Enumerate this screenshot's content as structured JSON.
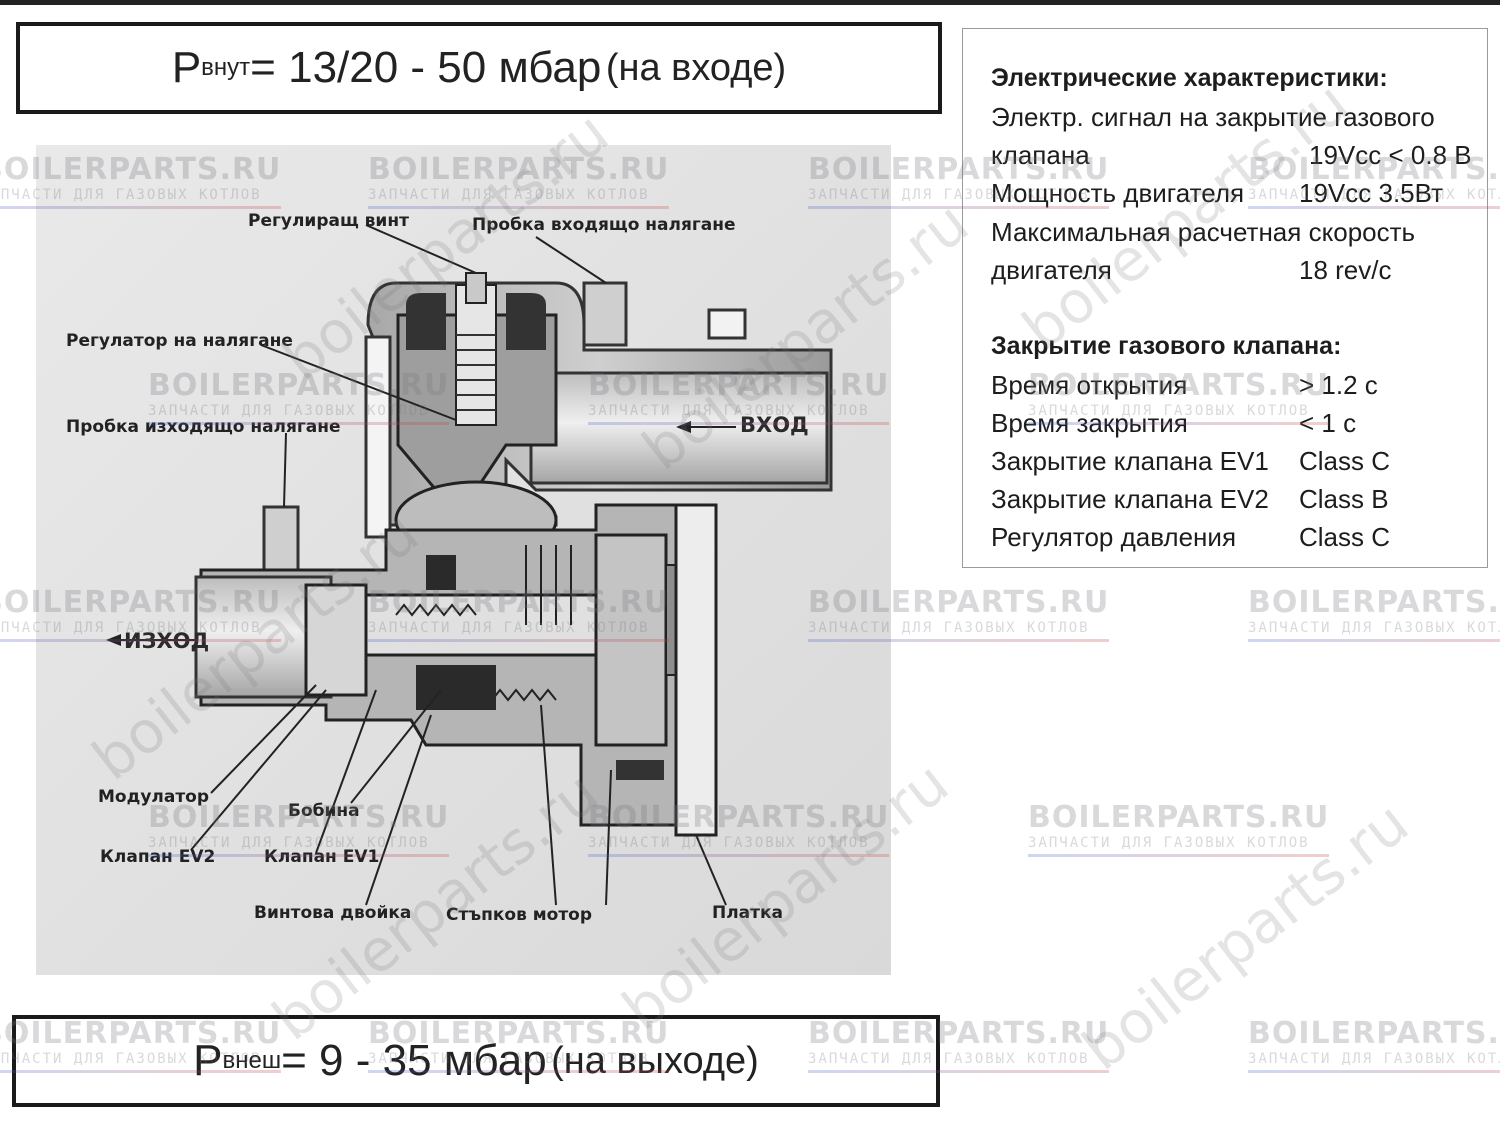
{
  "inlet_pressure": {
    "p": "P",
    "sub": "внут",
    "value": "= 13/20 - 50 мбар",
    "note": "(на входе)"
  },
  "outlet_pressure": {
    "p": "P",
    "sub": "внеш",
    "value": "= 9 - 35 мбар",
    "note": "(на выходе)"
  },
  "specs": {
    "electrical_heading": "Электрические характеристики:",
    "signal_line1": "Электр. сигнал на закрытие газового",
    "signal_line2": "клапана",
    "signal_value": "19Vcc < 0.8 В",
    "motor_power": "Мощность двигателя",
    "motor_power_value": "19Vcc   3.5Вт",
    "speed_line1": "Максимальная расчетная скорость",
    "speed_line2": "двигателя",
    "speed_value": "18 rev/c",
    "closing_heading": "Закрытие газового клапана:",
    "rows": [
      {
        "label": "Время открытия",
        "value": "> 1.2 с"
      },
      {
        "label": "Время закрытия",
        "value": "< 1 с"
      },
      {
        "label": "Закрытие клапана EV1",
        "value": "Class C"
      },
      {
        "label": "Закрытие клапана EV2",
        "value": "Class B"
      },
      {
        "label": "Регулятор давления",
        "value": "Class C"
      }
    ]
  },
  "diagram": {
    "labels": {
      "adjusting_screw": "Регулиращ винт",
      "inlet_plug": "Пробка входящо налягане",
      "pressure_regulator": "Регулатор на налягане",
      "outlet_plug": "Пробка изходящо налягане",
      "modulator": "Модулатор",
      "coil": "Бобина",
      "valve_ev2": "Клапан EV2",
      "valve_ev1": "Клапан EV1",
      "screw_pair": "Винтова двойка",
      "stepper_motor": "Стъпков мотор",
      "board": "Платка"
    },
    "inlet": "ВХОД",
    "outlet": "ИЗХОД"
  },
  "watermark": {
    "brand": "BOILERPARTS.RU",
    "tagline": "ЗАПЧАСТИ ДЛЯ ГАЗОВЫХ КОТЛОВ",
    "domain": "boilerparts.ru"
  }
}
